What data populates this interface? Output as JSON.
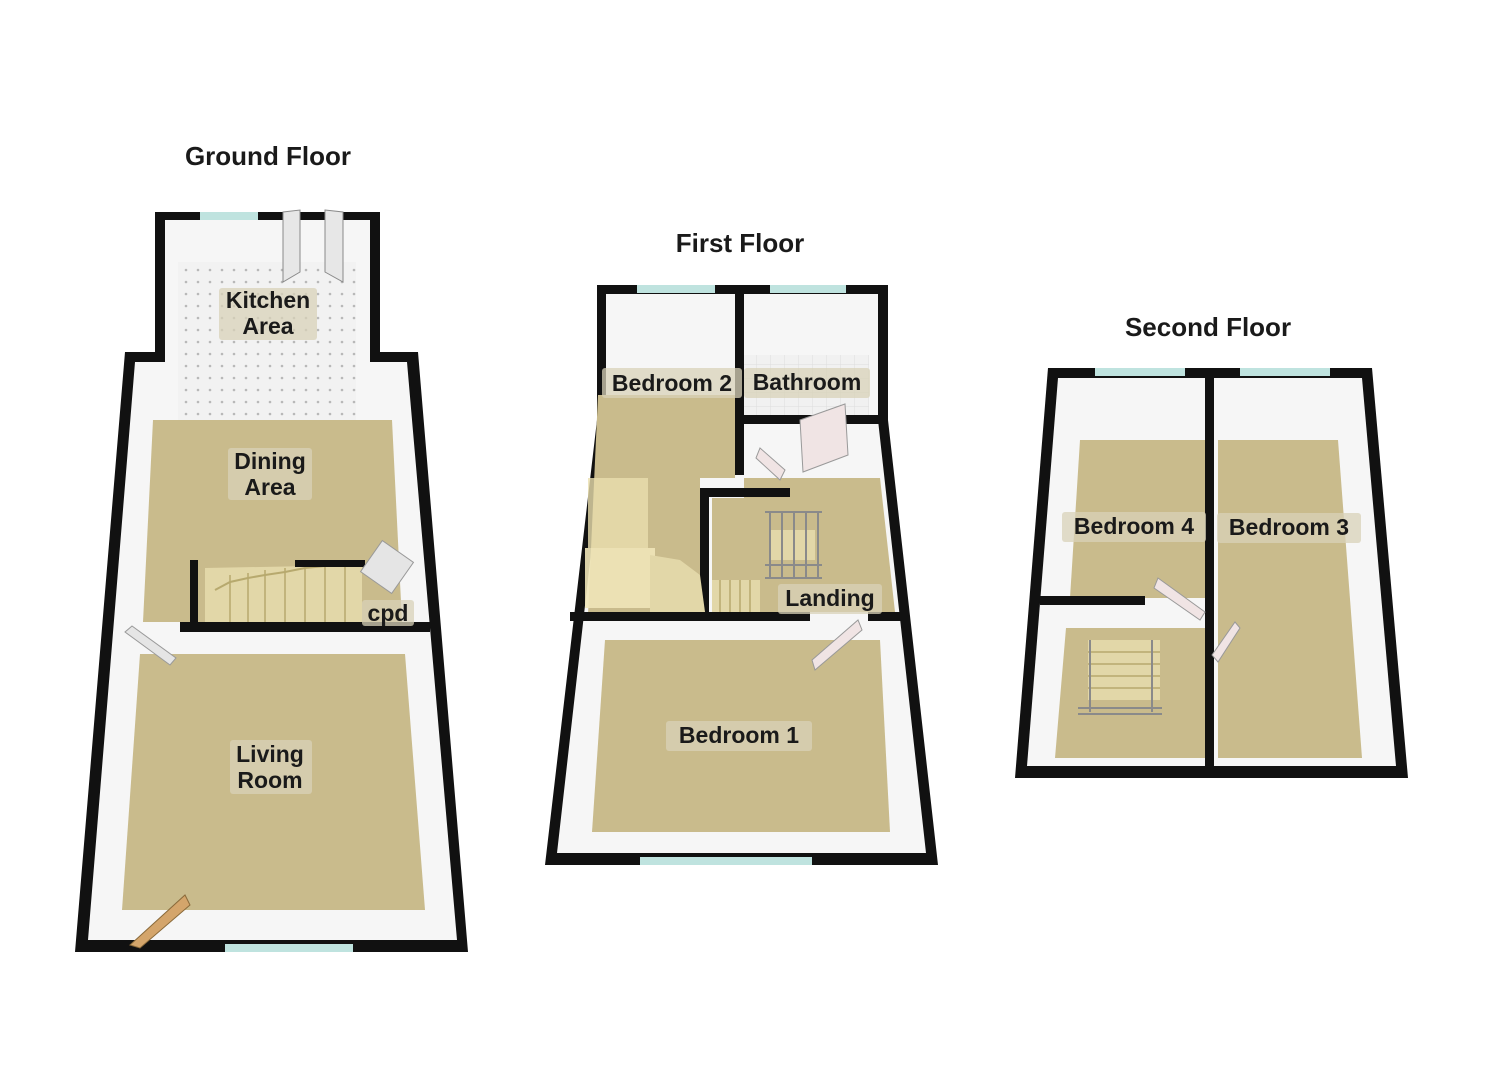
{
  "floors": {
    "ground": {
      "title": "Ground Floor",
      "rooms": {
        "kitchen": [
          "Kitchen",
          "Area"
        ],
        "dining": [
          "Dining",
          "Area"
        ],
        "cupboard": "cpd",
        "living": [
          "Living",
          "Room"
        ]
      }
    },
    "first": {
      "title": "First Floor",
      "rooms": {
        "bedroom2": "Bedroom 2",
        "bathroom": "Bathroom",
        "landing": "Landing",
        "bedroom1": "Bedroom 1"
      }
    },
    "second": {
      "title": "Second Floor",
      "rooms": {
        "bedroom4": "Bedroom 4",
        "bedroom3": "Bedroom 3"
      }
    }
  },
  "colors": {
    "floor_carpet": "#c9bb8c",
    "floor_tile": "#eeeeee",
    "wall": "#111111",
    "wall_face": "#f6f6f6",
    "window": "#bfe3df"
  }
}
